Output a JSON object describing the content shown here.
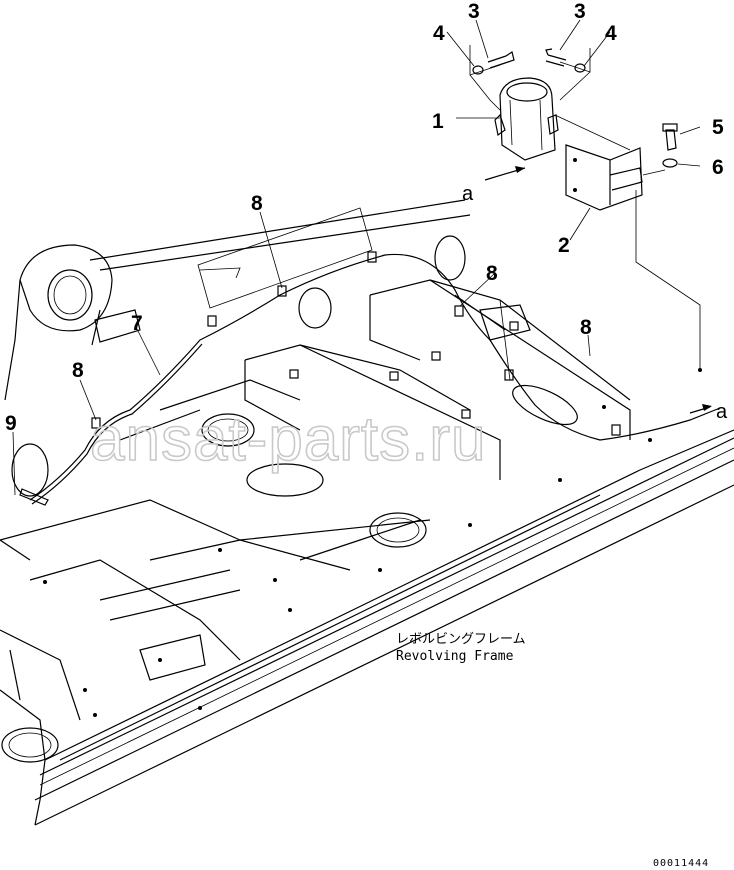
{
  "diagram": {
    "frame_label_jp": "レボルビングフレーム",
    "frame_label_en": "Revolving Frame",
    "view_marker": "a",
    "drawing_code": "00011444",
    "watermark": "ansat-parts.ru",
    "callouts": {
      "c1": "1",
      "c2": "2",
      "c3a": "3",
      "c3b": "3",
      "c4a": "4",
      "c4b": "4",
      "c5": "5",
      "c6": "6",
      "c7": "7",
      "c8a": "8",
      "c8b": "8",
      "c8c": "8",
      "c8d": "8",
      "c9": "9"
    }
  }
}
